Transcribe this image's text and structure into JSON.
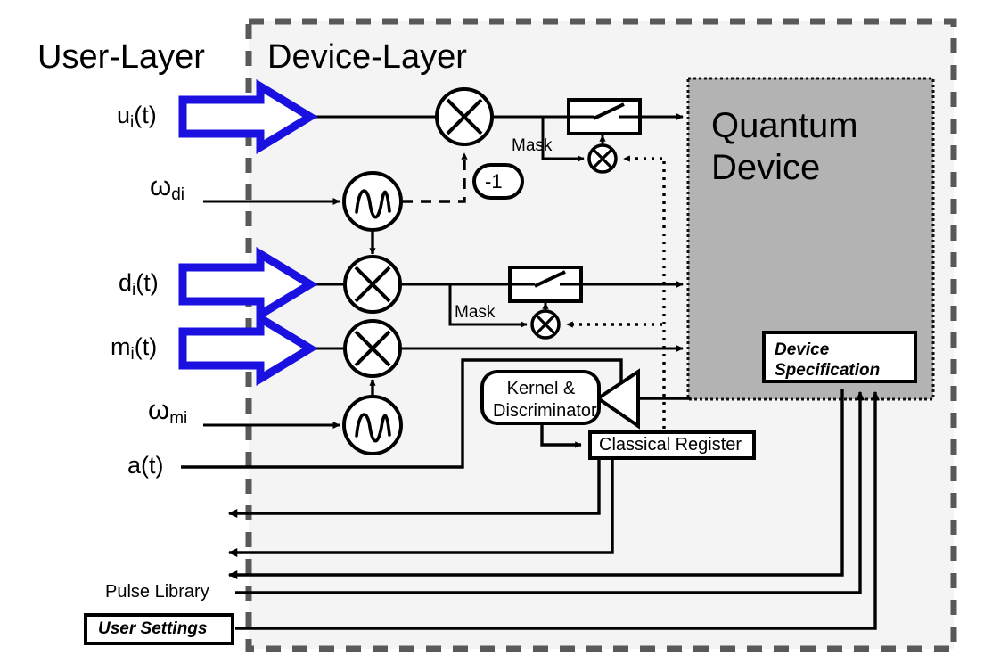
{
  "diagram": {
    "title_user_layer": "User-Layer",
    "title_device_layer": "Device-Layer"
  },
  "signals": [
    {
      "name": "u-signal",
      "base": "u",
      "sub": "i",
      "tail": "(t)"
    },
    {
      "name": "omega-d",
      "base": "ω",
      "sub": "di",
      "tail": ""
    },
    {
      "name": "d-signal",
      "base": "d",
      "sub": "i",
      "tail": "(t)"
    },
    {
      "name": "m-signal",
      "base": "m",
      "sub": "i",
      "tail": "(t)"
    },
    {
      "name": "omega-m",
      "base": "ω",
      "sub": "mi",
      "tail": ""
    },
    {
      "name": "a-signal",
      "base": "a(t)",
      "sub": "",
      "tail": ""
    }
  ],
  "blocks": {
    "quantum_device": "Quantum\nDevice",
    "quantum_device_line1": "Quantum",
    "quantum_device_line2": "Device",
    "device_specification_line1": "Device",
    "device_specification_line2": "Specification",
    "kernel_line1": "Kernel &",
    "kernel_line2": "Discriminator",
    "classical_register": "Classical Register",
    "pulse_library": "Pulse Library",
    "user_settings": "User Settings",
    "mask_top": "Mask",
    "mask_bottom": "Mask",
    "inverter": "-1"
  },
  "icons": {
    "mixer": "mixer-cross-icon",
    "oscillator": "local-oscillator-icon",
    "switch": "switch-filter-icon",
    "amplifier": "amplifier-triangle-icon",
    "arrow_input": "blue-block-arrow-icon"
  },
  "colors": {
    "accent_blue": "#1a10e0",
    "device_layer_fill": "#f4f4f4",
    "device_layer_border": "#595959",
    "quantum_device_fill": "#b3b3b3",
    "line": "#000000"
  }
}
